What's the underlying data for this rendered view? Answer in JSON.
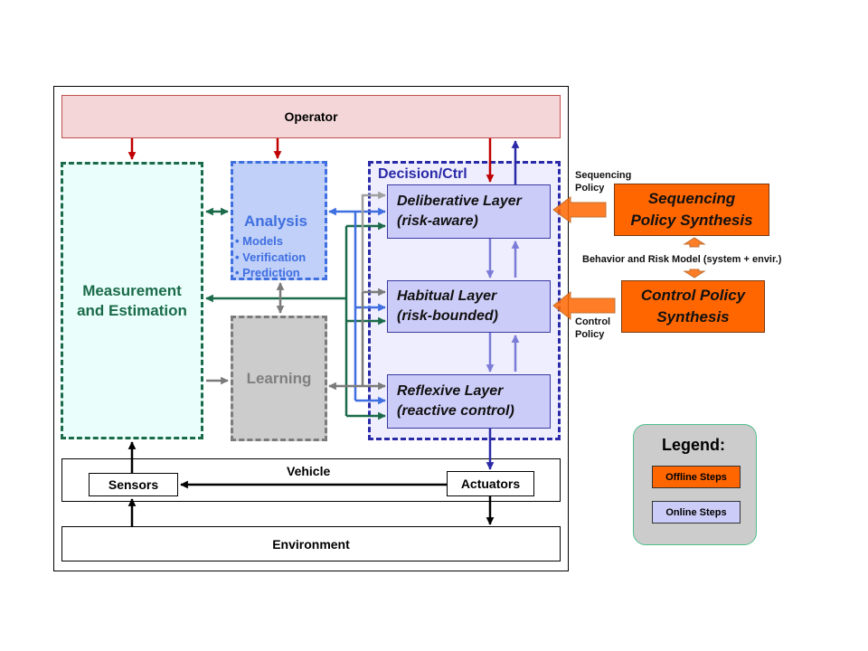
{
  "operator": "Operator",
  "measurement": {
    "line1": "Measurement",
    "line2": "and Estimation"
  },
  "analysis": {
    "title": "Analysis",
    "items": [
      "Models",
      "Verification",
      "Prediction"
    ]
  },
  "learning": "Learning",
  "decision": {
    "title": "Decision/Ctrl"
  },
  "layers": {
    "deliberative": {
      "line1": "Deliberative Layer",
      "line2": "(risk-aware)"
    },
    "habitual": {
      "line1": "Habitual Layer",
      "line2": "(risk-bounded)"
    },
    "reflexive": {
      "line1": "Reflexive Layer",
      "line2": "(reactive control)"
    }
  },
  "vehicle": {
    "title": "Vehicle",
    "sensors": "Sensors",
    "actuators": "Actuators"
  },
  "environment": "Environment",
  "synthesis": {
    "sequencing": {
      "line1": "Sequencing",
      "line2": "Policy Synthesis"
    },
    "control": {
      "line1": "Control Policy",
      "line2": "Synthesis"
    }
  },
  "labels": {
    "sequencing_policy": {
      "line1": "Sequencing",
      "line2": "Policy"
    },
    "control_policy": {
      "line1": "Control",
      "line2": "Policy"
    },
    "behavior_model": "Behavior and Risk Model (system + envir.)"
  },
  "legend": {
    "title": "Legend:",
    "offline": "Offline Steps",
    "online": "Online Steps"
  },
  "colors": {
    "operator_arrow": "#c00000",
    "measurement": "#1b6b4a",
    "analysis": "#3f6fe0",
    "learning": "#7b7b7b",
    "decision": "#2a2aa8",
    "layer_link": "#7b7bd8",
    "synthesis": "#ff6600"
  }
}
